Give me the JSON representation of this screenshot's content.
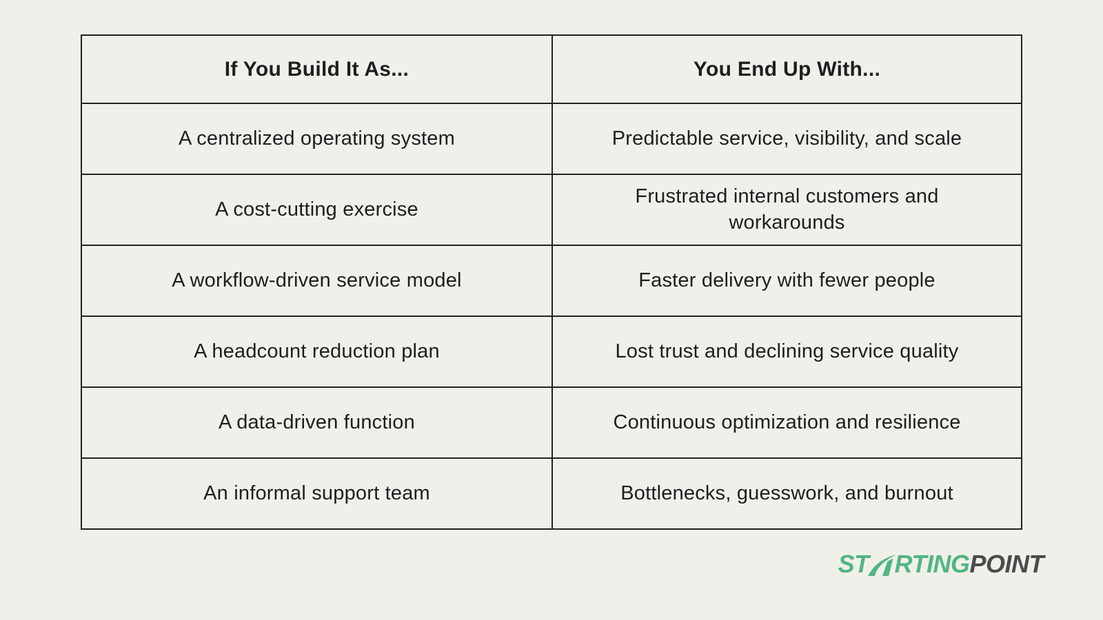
{
  "page": {
    "background_color": "#F0F0EA",
    "border_color": "#222222",
    "text_color": "#1E1E1E"
  },
  "chart_data": {
    "type": "table",
    "columns": [
      "If You Build It As...",
      "You End Up With..."
    ],
    "rows": [
      [
        "A centralized operating system",
        "Predictable service, visibility, and scale"
      ],
      [
        "A cost-cutting exercise",
        "Frustrated internal customers and workarounds"
      ],
      [
        "A workflow-driven service model",
        "Faster delivery with fewer people"
      ],
      [
        "A headcount reduction plan",
        "Lost trust and declining service quality"
      ],
      [
        "A data-driven function",
        "Continuous optimization and resilience"
      ],
      [
        "An informal support team",
        "Bottlenecks, guesswork, and burnout"
      ]
    ],
    "layout": {
      "grid": "2-column comparison table",
      "header_row_bold": true
    }
  },
  "logo": {
    "part_st": "ST",
    "part_rting": "RTING",
    "part_point": "POINT",
    "green_color": "#52B583",
    "dark_color": "#4B4B4B"
  }
}
